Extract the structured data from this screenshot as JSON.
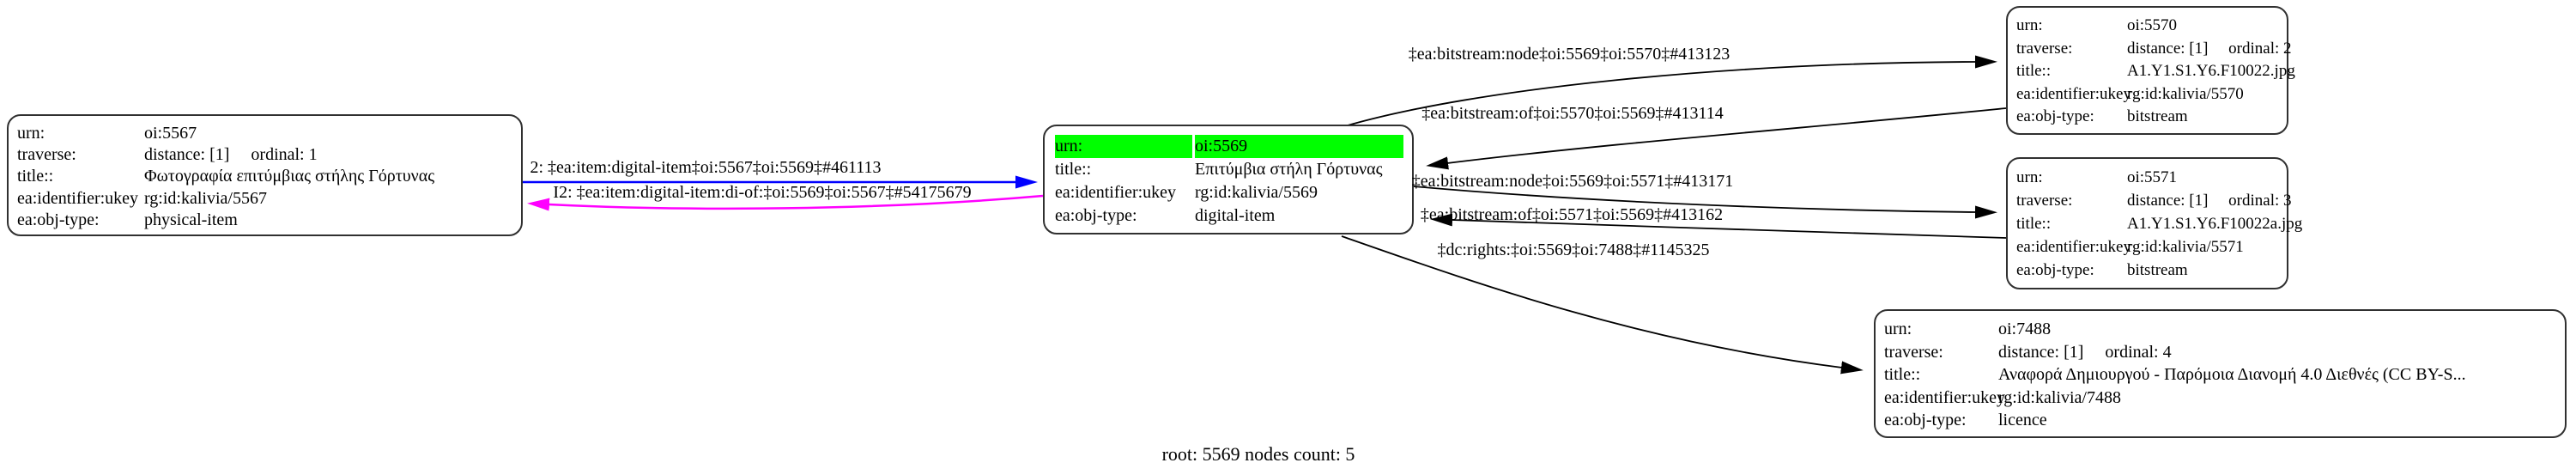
{
  "diagram": {
    "caption": "root: 5569 nodes count: 5",
    "colors": {
      "highlight_green": "#00ff00",
      "edge_forward_blue": "#0000ff",
      "edge_inverse_magenta": "#ff00ff",
      "edge_default_black": "#000000",
      "node_border": "#303030",
      "background": "#ffffff"
    }
  },
  "nodes": [
    {
      "id": "oi:5567",
      "rows": [
        {
          "label": "urn:",
          "value": "oi:5567"
        },
        {
          "label": "traverse:",
          "value": "distance: [1]     ordinal: 1"
        },
        {
          "label": "title::",
          "value": "Φωτογραφία επιτύμβιας στήλης Γόρτυνας"
        },
        {
          "label": "ea:identifier:ukey",
          "value": "rg:id:kalivia/5567"
        },
        {
          "label": "ea:obj-type:",
          "value": "physical-item"
        }
      ]
    },
    {
      "id": "oi:5569",
      "rows": [
        {
          "label": "urn:",
          "value": "oi:5569"
        },
        {
          "label": "title::",
          "value": "Επιτύμβια στήλη Γόρτυνας"
        },
        {
          "label": "ea:identifier:ukey",
          "value": "rg:id:kalivia/5569"
        },
        {
          "label": "ea:obj-type:",
          "value": "digital-item"
        }
      ]
    },
    {
      "id": "oi:5570",
      "rows": [
        {
          "label": "urn:",
          "value": "oi:5570"
        },
        {
          "label": "traverse:",
          "value": "distance: [1]     ordinal: 2"
        },
        {
          "label": "title::",
          "value": "A1.Y1.S1.Y6.F10022.jpg"
        },
        {
          "label": "ea:identifier:ukey",
          "value": "rg:id:kalivia/5570"
        },
        {
          "label": "ea:obj-type:",
          "value": "bitstream"
        }
      ]
    },
    {
      "id": "oi:5571",
      "rows": [
        {
          "label": "urn:",
          "value": "oi:5571"
        },
        {
          "label": "traverse:",
          "value": "distance: [1]     ordinal: 3"
        },
        {
          "label": "title::",
          "value": "A1.Y1.S1.Y6.F10022a.jpg"
        },
        {
          "label": "ea:identifier:ukey",
          "value": "rg:id:kalivia/5571"
        },
        {
          "label": "ea:obj-type:",
          "value": "bitstream"
        }
      ]
    },
    {
      "id": "oi:7488",
      "rows": [
        {
          "label": "urn:",
          "value": "oi:7488"
        },
        {
          "label": "traverse:",
          "value": "distance: [1]     ordinal: 4"
        },
        {
          "label": "title::",
          "value": "Αναφορά Δημιουργού - Παρόμοια Διανομή 4.0 Διεθνές (CC BY-S..."
        },
        {
          "label": "ea:identifier:ukey",
          "value": "rg:id:kalivia/7488"
        },
        {
          "label": "ea:obj-type:",
          "value": "licence"
        }
      ]
    }
  ],
  "edges": [
    {
      "label": "2: ‡ea:item:digital-item‡oi:5567‡oi:5569‡#461113"
    },
    {
      "label": "I2: ‡ea:item:digital-item:di-of:‡oi:5569‡oi:5567‡#54175679"
    },
    {
      "label": "‡ea:bitstream:node‡oi:5569‡oi:5570‡#413123"
    },
    {
      "label": "‡ea:bitstream:of‡oi:5570‡oi:5569‡#413114"
    },
    {
      "label": "‡ea:bitstream:node‡oi:5569‡oi:5571‡#413171"
    },
    {
      "label": "‡ea:bitstream:of‡oi:5571‡oi:5569‡#413162"
    },
    {
      "label": "‡dc:rights:‡oi:5569‡oi:7488‡#1145325"
    }
  ]
}
